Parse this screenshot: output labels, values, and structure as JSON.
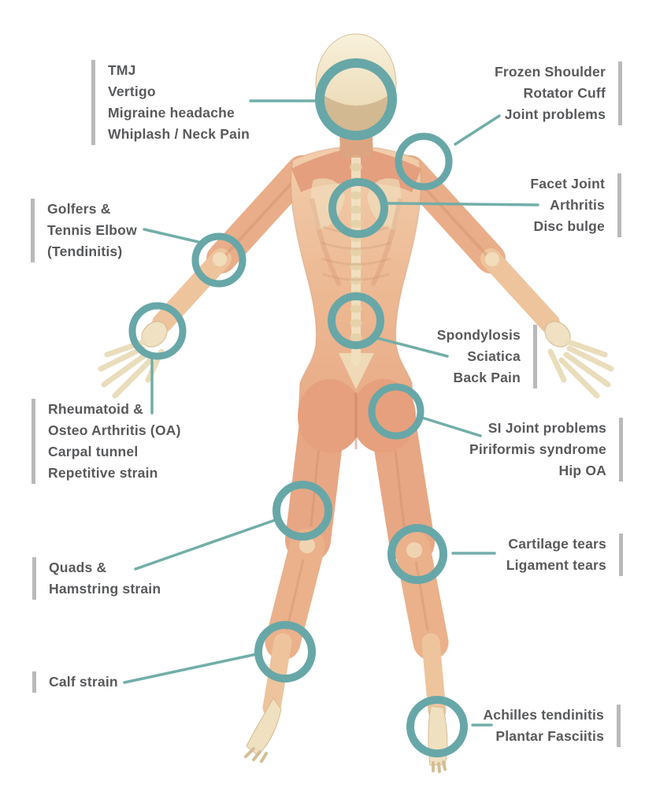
{
  "page": {
    "background": "#ffffff"
  },
  "palette": {
    "circle_teal": "#68A7A7",
    "connector_teal": "#72AEA8",
    "bar_gray": "#B9B9BA",
    "label_text": "#58595B"
  },
  "illustration": {
    "name": "human-body-posterior-musculoskeletal"
  },
  "labels": [
    {
      "body_part": "head-neck",
      "side": "left",
      "lines": [
        "TMJ",
        "Vertigo",
        "Migraine headache",
        "Whiplash / Neck Pain"
      ]
    },
    {
      "body_part": "shoulder",
      "side": "right",
      "lines": [
        "Frozen Shoulder",
        "Rotator Cuff",
        "Joint problems"
      ]
    },
    {
      "body_part": "thoracic-spine",
      "side": "right",
      "lines": [
        "Facet Joint",
        "Arthritis",
        "Disc bulge"
      ]
    },
    {
      "body_part": "elbow",
      "side": "left",
      "lines": [
        "Golfers &",
        "Tennis Elbow",
        "(Tendinitis)"
      ]
    },
    {
      "body_part": "lumbar-spine",
      "side": "right",
      "lines": [
        "Spondylosis",
        "Sciatica",
        "Back Pain"
      ]
    },
    {
      "body_part": "wrist-hand",
      "side": "left",
      "lines": [
        "Rheumatoid &",
        "Osteo Arthritis (OA)",
        "Carpal tunnel",
        "Repetitive strain"
      ]
    },
    {
      "body_part": "hip",
      "side": "right",
      "lines": [
        "SI Joint problems",
        "Piriformis syndrome",
        "Hip OA"
      ]
    },
    {
      "body_part": "thigh",
      "side": "left",
      "lines": [
        "Quads &",
        "Hamstring strain"
      ]
    },
    {
      "body_part": "knee",
      "side": "right",
      "lines": [
        "Cartilage tears",
        "Ligament tears"
      ]
    },
    {
      "body_part": "calf",
      "side": "left",
      "lines": [
        "Calf strain"
      ]
    },
    {
      "body_part": "ankle-foot",
      "side": "right",
      "lines": [
        "Achilles tendinitis",
        "Plantar Fasciitis"
      ]
    }
  ]
}
